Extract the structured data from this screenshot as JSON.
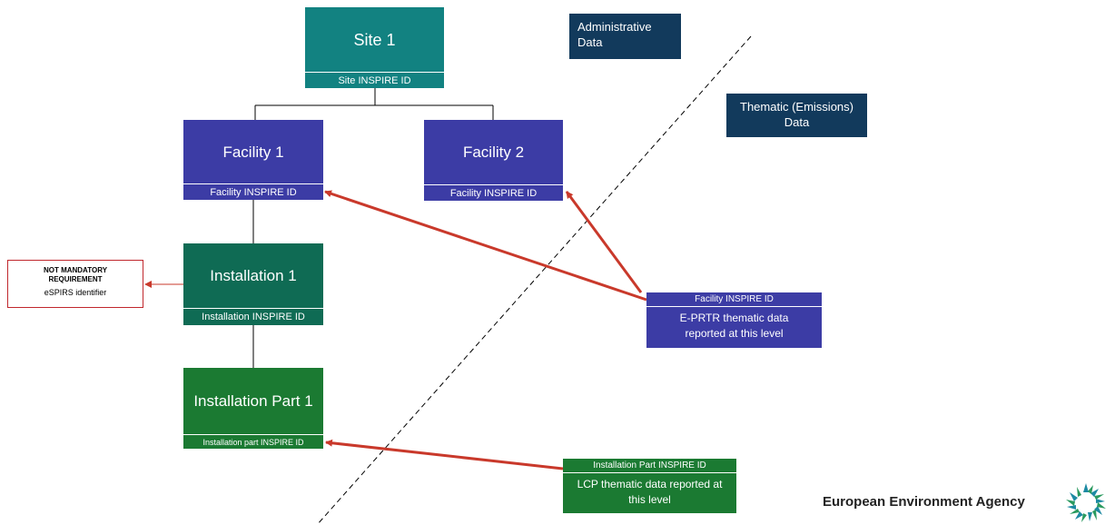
{
  "colors": {
    "site": "#128281",
    "facility": "#3c3ca5",
    "installation": "#0f6b54",
    "installation_part": "#1b7a32",
    "navy": "#123a5c",
    "arrow": "#c9392b"
  },
  "site": {
    "title": "Site 1",
    "id_label": "Site INSPIRE ID"
  },
  "facility1": {
    "title": "Facility 1",
    "id_label": "Facility INSPIRE ID"
  },
  "facility2": {
    "title": "Facility 2",
    "id_label": "Facility INSPIRE ID"
  },
  "installation": {
    "title": "Installation 1",
    "id_label": "Installation INSPIRE ID"
  },
  "installation_part": {
    "title": "Installation Part 1",
    "id_label": "Installation part INSPIRE ID"
  },
  "labels": {
    "administrative": "Administrative Data",
    "thematic": "Thematic (Emissions) Data"
  },
  "note": {
    "line1": "NOT MANDATORY REQUIREMENT",
    "line2": "eSPIRS identifier"
  },
  "eprtr": {
    "header": "Facility INSPIRE ID",
    "body": "E-PRTR thematic data reported at this level"
  },
  "lcp": {
    "header": "Installation Part INSPIRE ID",
    "body": "LCP thematic data reported at this level"
  },
  "footer": {
    "agency": "European Environment Agency",
    "logo": "eea-logo-icon"
  }
}
